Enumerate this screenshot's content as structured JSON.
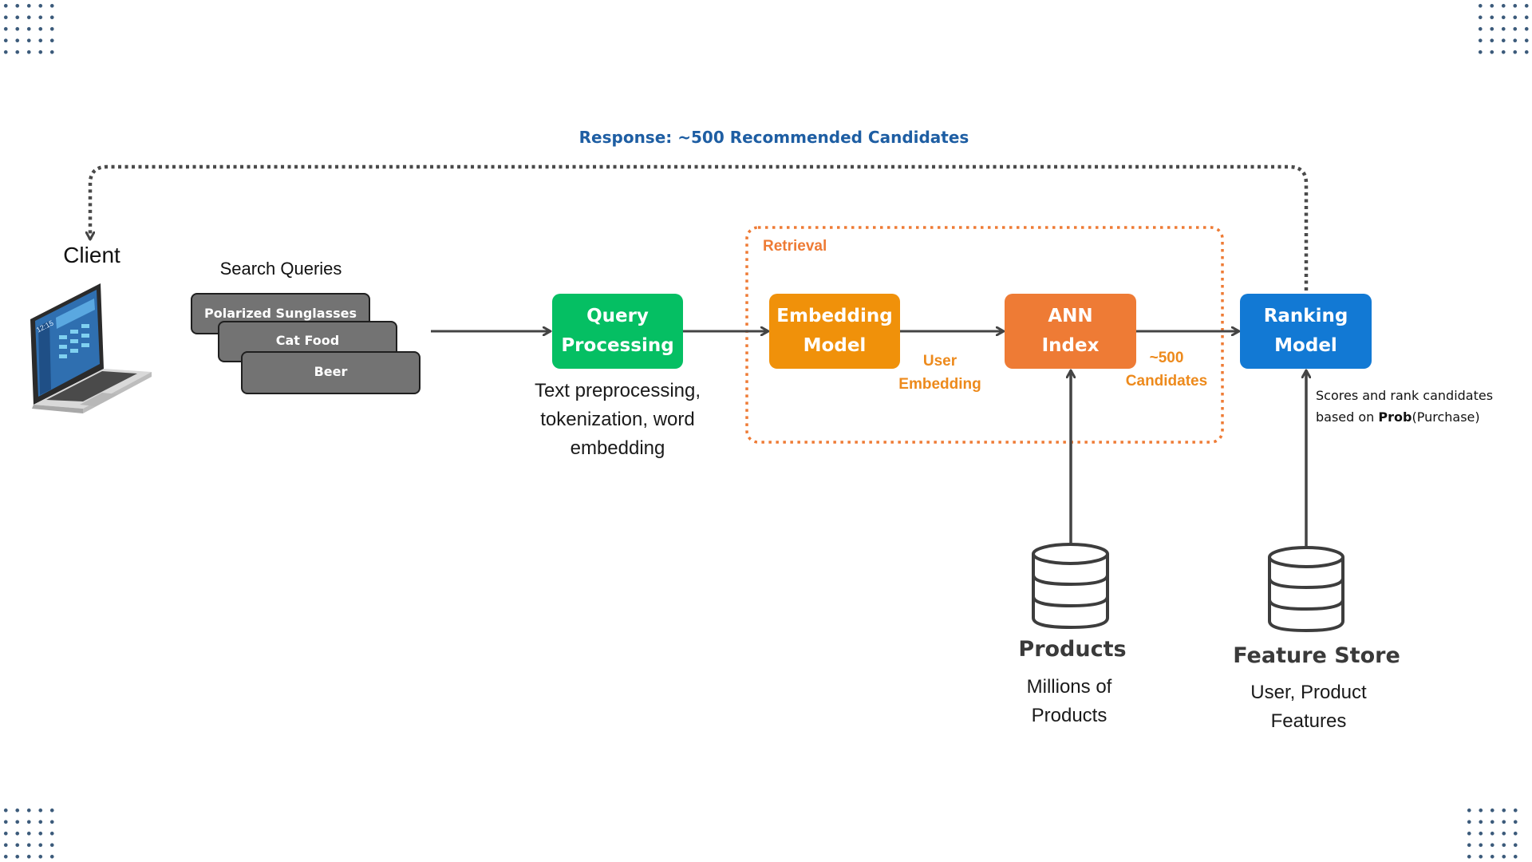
{
  "response_label": "Response: ~500 Recommended Candidates",
  "client": {
    "label": "Client",
    "laptop_clock": "12:15"
  },
  "search_queries": {
    "title": "Search Queries",
    "items": [
      "Polarized Sunglasses",
      "Cat Food",
      "Beer"
    ]
  },
  "query_processing": {
    "line1": "Query",
    "line2": "Processing",
    "caption": [
      "Text preprocessing,",
      "tokenization, word",
      "embedding"
    ]
  },
  "retrieval": {
    "label": "Retrieval"
  },
  "embedding_model": {
    "line1": "Embedding",
    "line2": "Model"
  },
  "user_embedding": [
    "User",
    "Embedding"
  ],
  "ann_index": {
    "line1": "ANN",
    "line2": "Index"
  },
  "candidates_label": [
    "~500",
    "Candidates"
  ],
  "ranking_model": {
    "line1": "Ranking",
    "line2": "Model",
    "note_line1": "Scores and rank candidates",
    "note_prefix": "based on ",
    "note_bold": "Prob",
    "note_suffix": "(Purchase)"
  },
  "products": {
    "title": "Products",
    "caption": [
      "Millions of",
      "Products"
    ]
  },
  "feature_store": {
    "title": "Feature Store",
    "caption": [
      "User, Product",
      "Features"
    ]
  },
  "colors": {
    "query_processing": "#05bf63",
    "embedding_model": "#f0910a",
    "ann_index": "#ee7b35",
    "ranking_model": "#1279d4",
    "response_text": "#1e5ea3",
    "retrieval_border": "#ee7b35",
    "arrow": "#444444"
  }
}
